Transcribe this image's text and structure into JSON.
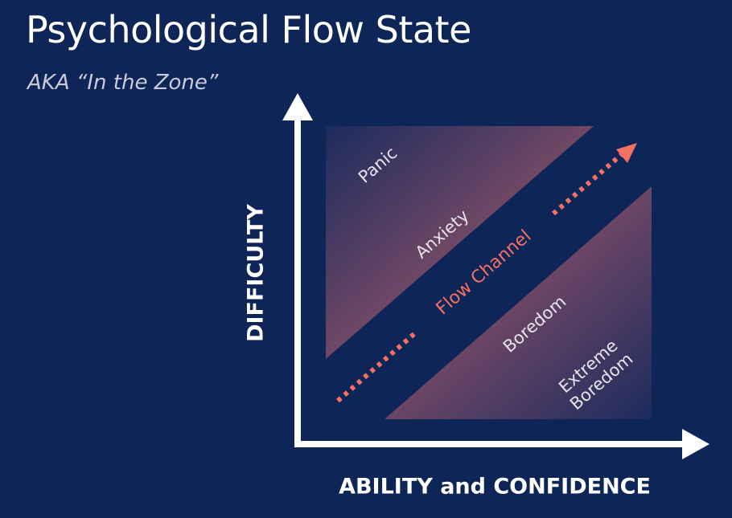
{
  "title": "Psychological Flow State",
  "subtitle": "AKA “In the Zone”",
  "axes": {
    "y_label": "DIFFICULTY",
    "x_label": "ABILITY and CONFIDENCE"
  },
  "zones": {
    "panic": "Panic",
    "anxiety": "Anxiety",
    "flow": "Flow Channel",
    "boredom": "Boredom",
    "extreme_boredom_1": "Extreme",
    "extreme_boredom_2": "Boredom"
  },
  "colors": {
    "background": "#0e2557",
    "accent": "#f47063",
    "zone_warm": "#7a4a66"
  }
}
